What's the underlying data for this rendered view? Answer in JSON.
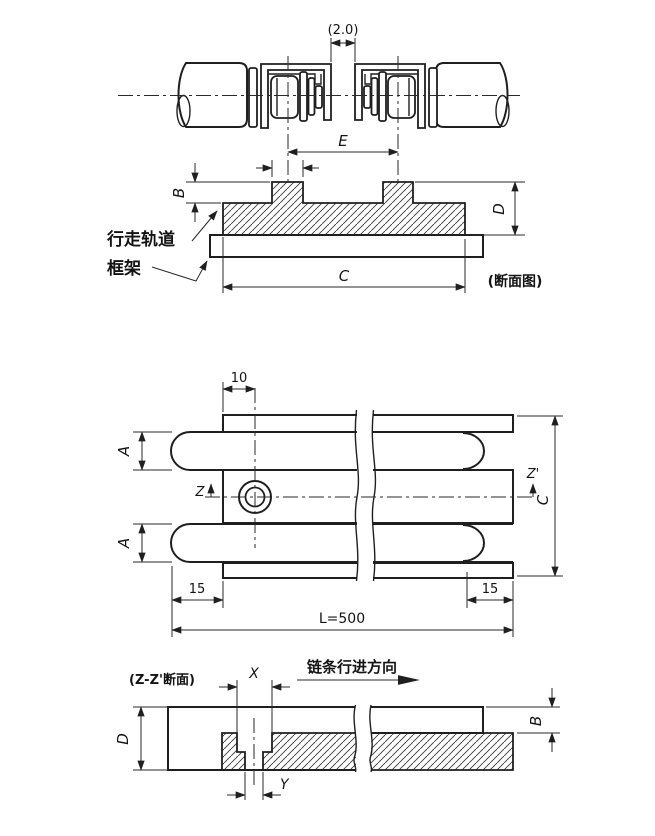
{
  "top_view": {
    "gap_dim": "(2.0)",
    "pitch_dim": "E",
    "step_dim": "B",
    "depth_dim": "D",
    "width_dim": "C",
    "rail_label": "行走轨道",
    "frame_label": "框架",
    "caption": "(断面图)"
  },
  "plan_view": {
    "offset_dim": "10",
    "rail_width_dim_top": "A",
    "rail_width_dim_bottom": "A",
    "section_start": "Z",
    "section_end": "Z'",
    "height_dim": "C",
    "overhang_left_dim": "15",
    "overhang_right_dim": "15",
    "length_dim": "L=500"
  },
  "section_view": {
    "caption": "(Z-Z'断面)",
    "direction_label": "链条行进方向",
    "counterbore_dim": "X",
    "hole_dim": "Y",
    "depth_dim": "D",
    "step_dim": "B"
  },
  "colors": {
    "line": "#1f1f1f",
    "background": "#ffffff"
  }
}
